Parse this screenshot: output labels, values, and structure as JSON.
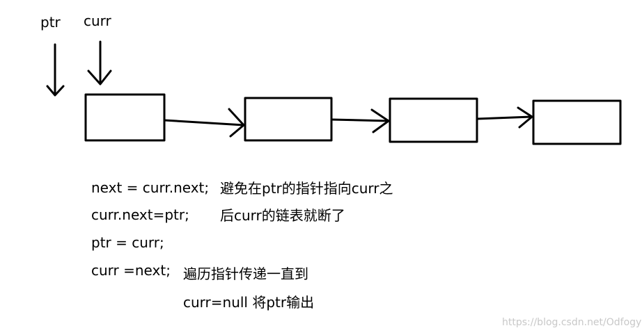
{
  "pointers": {
    "ptr_label": "ptr",
    "curr_label": "curr"
  },
  "code": [
    {
      "line": "next = curr.next;",
      "comment": "避免在ptr的指针指向curr之"
    },
    {
      "line": "curr.next=ptr;",
      "comment": "后curr的链表就断了"
    },
    {
      "line": "ptr = curr;",
      "comment": ""
    },
    {
      "line": "curr =next;",
      "comment": "遍历指针传递一直到"
    },
    {
      "line": "",
      "comment": "curr=null 将ptr输出"
    }
  ],
  "watermark": "https://blog.csdn.net/Odfogy",
  "colors": {
    "ink": "#000000",
    "background": "#ffffff",
    "watermark": "#c8c8c8"
  }
}
